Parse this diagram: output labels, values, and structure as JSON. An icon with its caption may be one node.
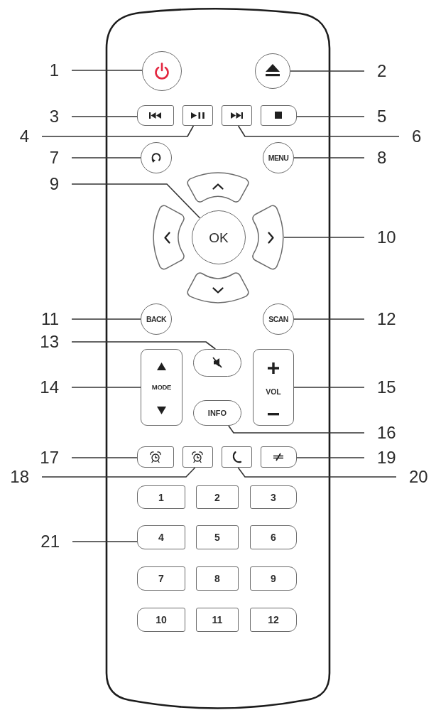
{
  "diagram": {
    "nodes": [
      {
        "text": [
          "1"
        ]
      },
      {
        "text": [],
        "shape": "circle"
      },
      {
        "text": [],
        "shape": "circle"
      },
      {
        "text": [
          "2"
        ]
      },
      {
        "text": [
          "3"
        ]
      },
      {
        "text": [],
        "shape": "box"
      },
      {
        "text": [],
        "shape": "box"
      },
      {
        "text": [],
        "shape": "box"
      },
      {
        "text": [],
        "shape": "box"
      },
      {
        "text": [
          "5"
        ]
      },
      {
        "text": [
          "4"
        ]
      },
      {
        "text": [
          "6"
        ]
      },
      {
        "text": [
          "7"
        ]
      },
      {
        "text": [],
        "shape": "circle"
      },
      {
        "text": [
          "MENU"
        ]
      },
      {
        "text": [
          "8"
        ]
      },
      {
        "text": [
          "9"
        ]
      },
      {
        "text": [],
        "shape": "arc"
      },
      {
        "text": [],
        "shape": "arc"
      },
      {
        "text": [
          "OK"
        ]
      },
      {
        "text": [],
        "shape": "arc"
      },
      {
        "text": [
          "10"
        ]
      },
      {
        "text": [],
        "shape": "arc"
      },
      {
        "text": [
          "11"
        ]
      },
      {
        "text": [
          "BACK"
        ]
      },
      {
        "text": [
          "SCAN"
        ]
      },
      {
        "text": [
          "12"
        ]
      },
      {
        "text": [
          "13"
        ]
      },
      {
        "text": [],
        "shape": "pill"
      },
      {
        "text": [
          "14"
        ]
      },
      {
        "text": [
          "MODE"
        ]
      },
      {
        "text": [
          "VOL"
        ]
      },
      {
        "text": [
          "15"
        ]
      },
      {
        "text": [
          "INFO"
        ]
      },
      {
        "text": [
          "16"
        ]
      },
      {
        "text": [
          "17"
        ]
      },
      {
        "text": [],
        "shape": "box"
      },
      {
        "text": [],
        "shape": "box"
      },
      {
        "text": [],
        "shape": "box"
      },
      {
        "text": [],
        "shape": "box"
      },
      {
        "text": [
          "19"
        ]
      },
      {
        "text": [
          "18"
        ]
      },
      {
        "text": [
          "20"
        ]
      },
      {
        "text": [
          "1"
        ]
      },
      {
        "text": [
          "2"
        ]
      },
      {
        "text": [
          "3"
        ]
      },
      {
        "text": [
          "21"
        ]
      },
      {
        "text": [
          "4"
        ]
      },
      {
        "text": [
          "5"
        ]
      },
      {
        "text": [
          "6"
        ]
      },
      {
        "text": [
          "7"
        ]
      },
      {
        "text": [
          "8"
        ]
      },
      {
        "text": [
          "9"
        ]
      },
      {
        "text": [
          "10"
        ]
      },
      {
        "text": [
          "11"
        ]
      },
      {
        "text": [
          "12"
        ]
      }
    ],
    "edges": [
      {
        "from": 0,
        "to": 1,
        "arrow": "none"
      },
      {
        "from": 3,
        "to": 2,
        "arrow": "none"
      },
      {
        "from": 4,
        "to": 5,
        "arrow": "none"
      },
      {
        "from": 10,
        "to": 6,
        "arrow": "none"
      },
      {
        "from": 9,
        "to": 8,
        "arrow": "none"
      },
      {
        "from": 11,
        "to": 7,
        "arrow": "none"
      },
      {
        "from": 12,
        "to": 13,
        "arrow": "none"
      },
      {
        "from": 15,
        "to": 14,
        "arrow": "none"
      },
      {
        "from": 16,
        "to": 19,
        "arrow": "none"
      },
      {
        "from": 21,
        "to": 20,
        "arrow": "none"
      },
      {
        "from": 23,
        "to": 24,
        "arrow": "none"
      },
      {
        "from": 26,
        "to": 25,
        "arrow": "none"
      },
      {
        "from": 27,
        "to": 28,
        "arrow": "none"
      },
      {
        "from": 29,
        "to": 30,
        "arrow": "none"
      },
      {
        "from": 32,
        "to": 31,
        "arrow": "none"
      },
      {
        "from": 34,
        "to": 33,
        "arrow": "none"
      },
      {
        "from": 35,
        "to": 36,
        "arrow": "none"
      },
      {
        "from": 41,
        "to": 37,
        "arrow": "none"
      },
      {
        "from": 40,
        "to": 39,
        "arrow": "none"
      },
      {
        "from": 42,
        "to": 38,
        "arrow": "none"
      },
      {
        "from": 46,
        "to": 47,
        "arrow": "none"
      }
    ]
  }
}
